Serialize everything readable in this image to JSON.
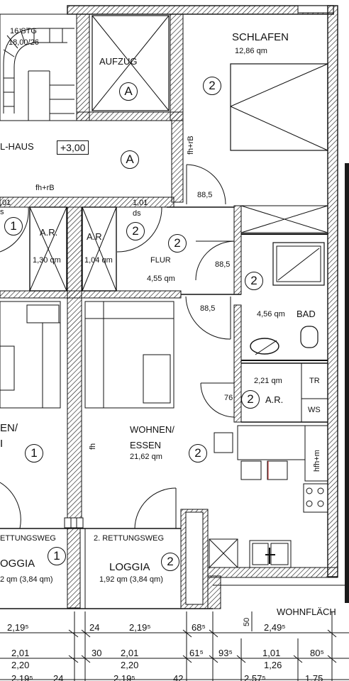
{
  "rooms": {
    "stairs_label": "16 STG",
    "stairs_dims": "18,00/26",
    "elevator": "AUFZUG",
    "hall": "L-HAUS",
    "level": "+3,00",
    "bedroom": "SCHLAFEN",
    "bedroom_area": "12,86 qm",
    "hall_fire": "fh+rB",
    "hall_fire2": "fh+rB",
    "door_left": ",01",
    "door_left2": "s",
    "door_right": "1,01",
    "door_right2": "ds",
    "shaft": "A.R.",
    "shaft_left_area": "1,30 qm",
    "shaft_right_area": "1,04 qm",
    "hallway": "FLUR",
    "hallway_area": "4,55 qm",
    "door_88_1": "88,5",
    "door_88_2": "88,5",
    "door_88_3": "88,5",
    "bath_area": "4,56 qm",
    "bath": "BAD",
    "storage_area": "2,21 qm",
    "storage": "A.R.",
    "storage_door": "76",
    "tr": "TR",
    "ws": "WS",
    "kitchen_fridge": "hfh+m",
    "living_left_1": "EN/",
    "living_left_2": "I",
    "living": "WOHNEN/",
    "dining": "ESSEN",
    "living_area": "21,62 qm",
    "fh_mark": "fh",
    "escape_left": "ETTUNGSWEG",
    "escape_right": "2. RETTUNGSWEG",
    "loggia_left": "OGGIA",
    "loggia_left_area": "2 qm (3,84 qm)",
    "loggia": "LOGGIA",
    "loggia_area": "1,92 qm (3,84 qm)",
    "wohnflaeche": "WOHNFLÄCH",
    "dim_50": "50"
  },
  "marks": {
    "A": "A",
    "n1": "1",
    "n2": "2"
  },
  "dimensions": {
    "row1": [
      "2,19⁵",
      "24",
      "2,19⁵",
      "68⁵",
      "2,49⁵"
    ],
    "row2": [
      "2,01",
      "30",
      "2,01",
      "61⁵",
      "93⁵",
      "1,01",
      "80⁵"
    ],
    "row3": [
      "2,20",
      "2,20",
      "1,26"
    ],
    "row4": [
      "2,19⁵",
      "24",
      "2,19⁵",
      "42",
      "2,57⁵",
      "1,75"
    ]
  }
}
